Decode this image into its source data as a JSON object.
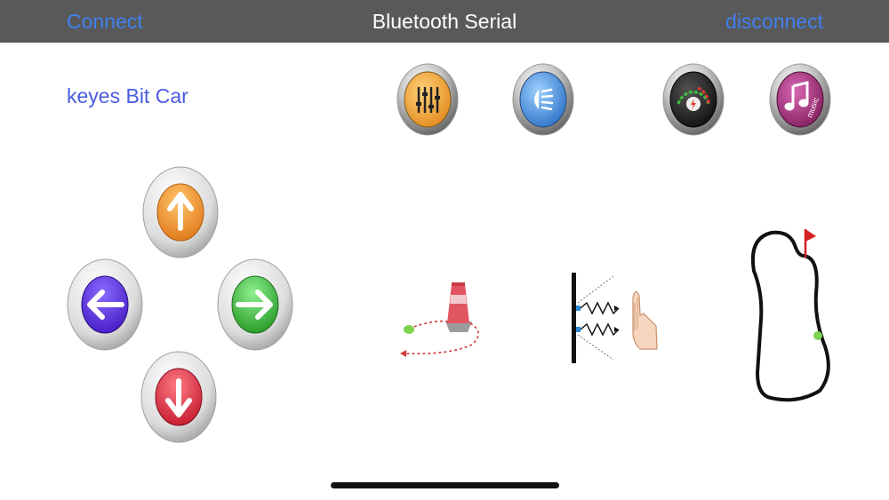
{
  "navbar": {
    "left_label": "Connect",
    "title": "Bluetooth Serial",
    "right_label": "disconnect"
  },
  "device": {
    "name": "keyes Bit Car"
  },
  "features": [
    {
      "icon": "equalizer-icon",
      "color": "#f3a43a"
    },
    {
      "icon": "headlight-icon",
      "color": "#3f8fe0"
    },
    {
      "icon": "speedometer-icon",
      "color": "#1e1e1e"
    },
    {
      "icon": "music-icon",
      "color": "#a3317f",
      "label": "music"
    }
  ],
  "dpad": {
    "up_color": "#f29a3a",
    "left_color": "#5a2ed8",
    "right_color": "#3cbb3c",
    "down_color": "#e03040"
  },
  "modes": [
    {
      "icon": "obstacle-avoidance-icon"
    },
    {
      "icon": "follow-hand-icon"
    },
    {
      "icon": "line-tracking-icon"
    }
  ]
}
